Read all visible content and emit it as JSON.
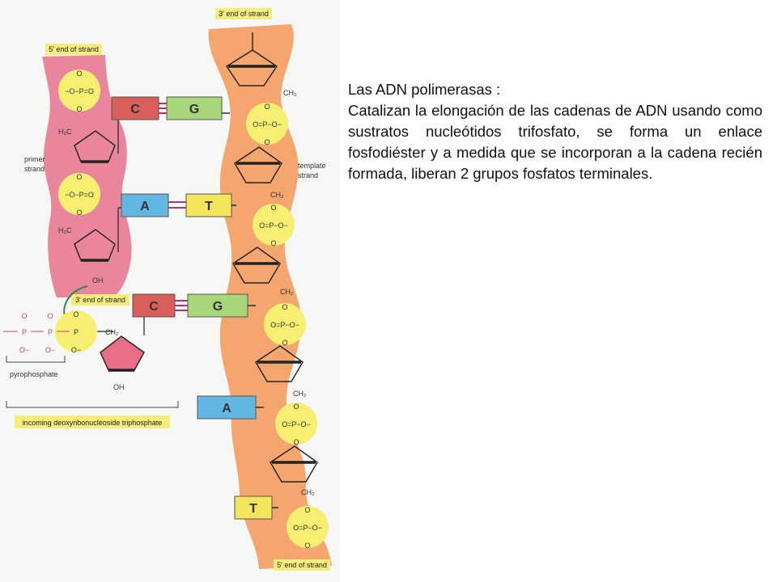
{
  "labels": {
    "top_right": "3′ end of strand",
    "top_left": "5′ end of strand",
    "primer": [
      "primer",
      "strand"
    ],
    "template": [
      "template",
      "strand"
    ],
    "mid_left": "3′ end of strand",
    "bottom": "5′ end of strand",
    "pyrophosphate": "pyrophosphate",
    "incoming": "incoming deoxyribonucleoside triphosphate"
  },
  "bases": {
    "pair1": [
      "C",
      "G"
    ],
    "pair2": [
      "A",
      "T"
    ],
    "pair3": [
      "C",
      "G"
    ],
    "single1": "A",
    "single2": "T"
  },
  "chem": {
    "phosphate": "−O−P=O",
    "phosphate_r": "O=P−O−",
    "O": "O",
    "Ominus": "O−",
    "ch2": "CH₂",
    "h2c": "H₂C",
    "oh": "OH",
    "p": "P"
  },
  "text": {
    "title": "Las ADN polimerasas :",
    "body": "Catalizan la elongación de las cadenas de ADN usando como sustratos nucleótidos trifosfato, se forma un enlace fosfodiéster y a medida que se incorporan a la cadena recién formada, liberan 2 grupos fosfatos terminales."
  },
  "colors": {
    "primer_strand": "#e9869b",
    "template_strand": "#f4a66e",
    "phosphate": "#f7ef72",
    "base_C": "#d9605a",
    "base_G": "#a9d67a",
    "base_A": "#62b7e2",
    "base_T": "#f4e55c",
    "sugar_new": "#ea6d86",
    "label_bg": "#f4ec7e"
  }
}
